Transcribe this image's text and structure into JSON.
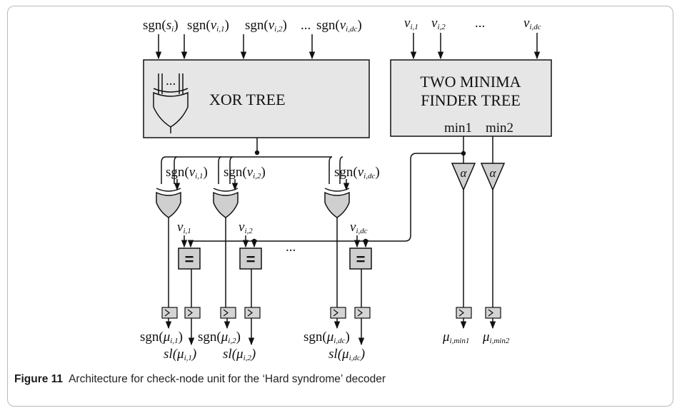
{
  "blocks": {
    "xor_tree": "XOR TREE",
    "minima_tree_line1": "TWO MINIMA",
    "minima_tree_line2": "FINDER TREE",
    "min1": "min1",
    "min2": "min2",
    "alpha": "α",
    "compare": "="
  },
  "top_inputs": {
    "sgn": "sgn",
    "s": "s",
    "s_sub": "i",
    "v": "v",
    "sub_i1": "i,1",
    "sub_i2": "i,2",
    "sub_idc": "i,dc",
    "ellipsis": "..."
  },
  "mid_labels": {
    "between_ellipsis": "..."
  },
  "outputs": {
    "sgn": "sgn",
    "sl": "sl",
    "mu": "μ",
    "sub_i1": "i,1",
    "sub_i2": "i,2",
    "sub_idc": "i,dc",
    "sub_min1": "i,min1",
    "sub_min2": "i,min2"
  },
  "caption": {
    "label": "Figure 11",
    "text": "Architecture for check-node unit for the ‘Hard syndrome’ decoder"
  }
}
